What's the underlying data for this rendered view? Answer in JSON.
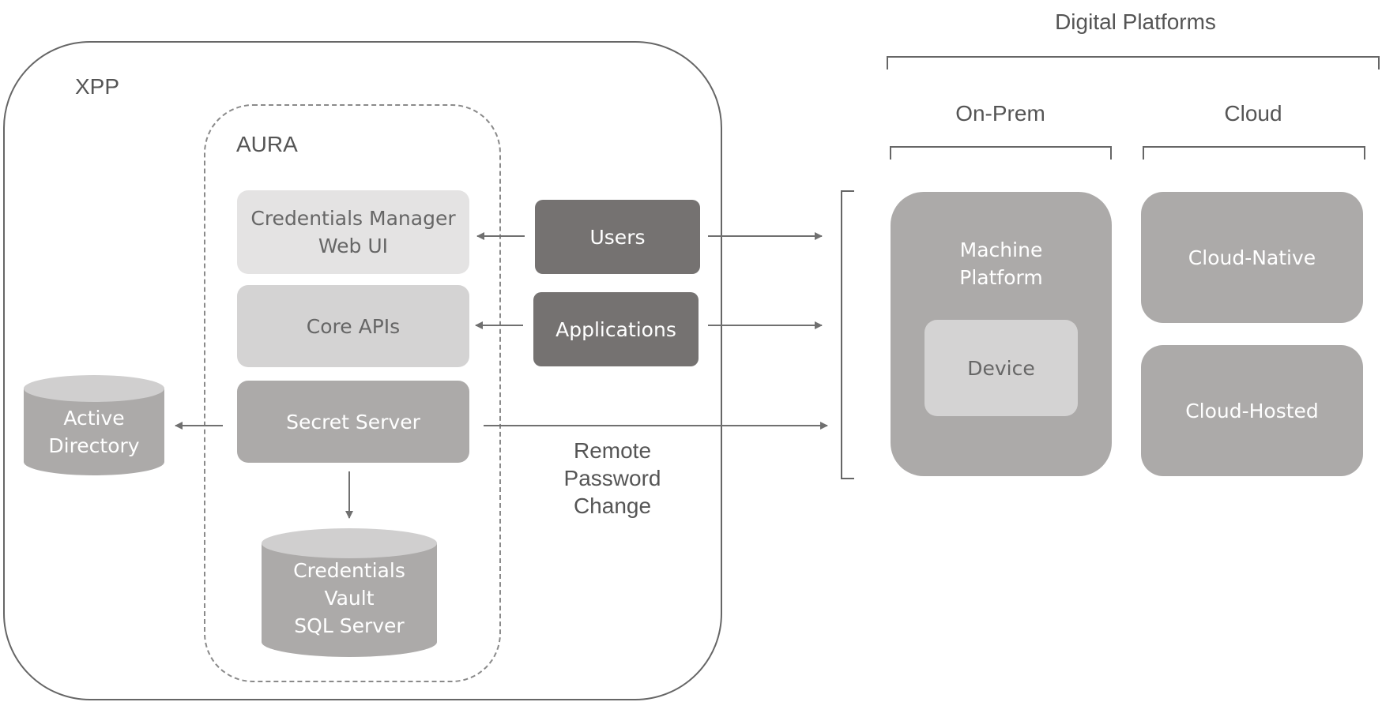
{
  "xpp": {
    "label": "XPP"
  },
  "aura": {
    "label": "AURA"
  },
  "components": {
    "credentials_manager": "Credentials Manager\nWeb UI",
    "core_apis": "Core APIs",
    "secret_server": "Secret Server"
  },
  "actors": {
    "users": "Users",
    "applications": "Applications"
  },
  "stores": {
    "active_directory": "Active\nDirectory",
    "credentials_vault": "Credentials\nVault\nSQL Server"
  },
  "remote_password_change": "Remote\nPassword\nChange",
  "digital_platforms": {
    "title": "Digital Platforms",
    "on_prem": {
      "label": "On-Prem",
      "machine_platform": "Machine\nPlatform",
      "device": "Device"
    },
    "cloud": {
      "label": "Cloud",
      "cloud_native": "Cloud-Native",
      "cloud_hosted": "Cloud-Hosted"
    }
  },
  "colors": {
    "outline": "#666666",
    "light_box": "#e4e3e3",
    "mid_box": "#d4d3d3",
    "dark_box": "#acaaa9",
    "actor_box": "#757271",
    "arrow": "#707070"
  }
}
